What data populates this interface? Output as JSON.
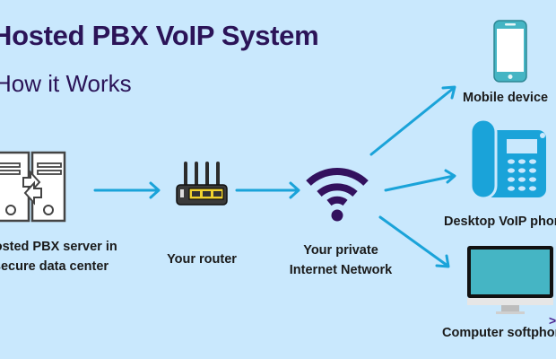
{
  "title": "Hosted PBX VoIP System",
  "subtitle": "How it Works",
  "colors": {
    "background": "#c9e8fd",
    "title": "#2b1458",
    "arrow": "#1aa3d9",
    "wifi": "#33115e",
    "phone": "#1aa3d9",
    "mobile": "#45b5c4",
    "monitor_screen": "#45b5c4"
  },
  "nodes": [
    {
      "id": "server",
      "icon": "server-icon",
      "label_lines": [
        "Hosted PBX server in",
        "secure data center"
      ]
    },
    {
      "id": "router",
      "icon": "router-icon",
      "label_lines": [
        "Your router"
      ]
    },
    {
      "id": "network",
      "icon": "wifi-icon",
      "label_lines": [
        "Your private",
        "Internet Network"
      ]
    },
    {
      "id": "mobile",
      "icon": "mobile-phone-icon",
      "label_lines": [
        "Mobile device"
      ]
    },
    {
      "id": "desk",
      "icon": "desk-phone-icon",
      "label_lines": [
        "Desktop VoIP phone"
      ]
    },
    {
      "id": "computer",
      "icon": "monitor-icon",
      "label_lines": [
        "Computer softphone"
      ]
    }
  ],
  "connections": [
    {
      "from": "server",
      "to": "router"
    },
    {
      "from": "router",
      "to": "network"
    },
    {
      "from": "network",
      "to": "mobile"
    },
    {
      "from": "network",
      "to": "desk"
    },
    {
      "from": "network",
      "to": "computer"
    }
  ],
  "corner_glyph": ">"
}
